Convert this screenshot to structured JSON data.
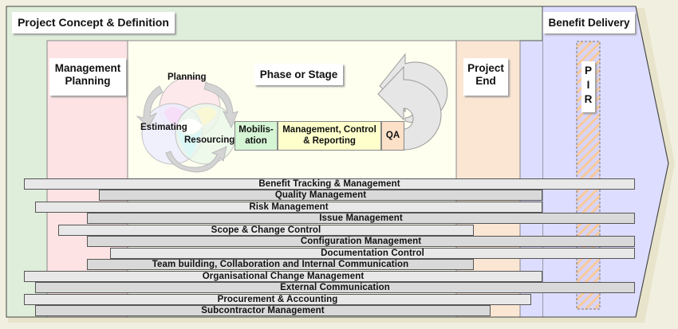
{
  "stages": {
    "concept": {
      "label": "Project Concept & Definition",
      "color": "#dfeedb"
    },
    "management_planning": {
      "label_line1": "Management",
      "label_line2": "Planning",
      "color": "#fde3e3"
    },
    "phase": {
      "label": "Phase or Stage",
      "color": "#fffff0"
    },
    "project_end": {
      "label_line1": "Project",
      "label_line2": "End",
      "color": "#fbe6d4"
    },
    "benefit_delivery": {
      "label": "Benefit Delivery",
      "color": "#ddddff"
    },
    "pir": {
      "letters": [
        "P",
        "I",
        "R"
      ]
    }
  },
  "planning_cycle": {
    "planning": "Planning",
    "estimating": "Estimating",
    "resourcing": "Resourcing"
  },
  "phase_steps": [
    {
      "line1": "Mobilis-",
      "line2": "ation",
      "color": "#d5f5d5"
    },
    {
      "line1": "Management, Control",
      "line2": "& Reporting",
      "color": "#ffffcc"
    },
    {
      "line1": "QA",
      "line2": "",
      "color": "#fde0c8"
    }
  ],
  "workstreams": [
    {
      "label": "Benefit Tracking & Management",
      "start": 30,
      "end": 796,
      "shade": "light"
    },
    {
      "label": "Quality Management",
      "start": 124,
      "end": 680,
      "shade": "dark"
    },
    {
      "label": "Risk Management",
      "start": 44,
      "end": 680,
      "shade": "light"
    },
    {
      "label": "Issue Management",
      "start": 109,
      "end": 796,
      "shade": "dark"
    },
    {
      "label": "Scope & Change Control",
      "start": 73,
      "end": 594,
      "shade": "light"
    },
    {
      "label": "Configuration Management",
      "start": 109,
      "end": 796,
      "shade": "dark"
    },
    {
      "label": "Documentation Control",
      "start": 138,
      "end": 796,
      "shade": "light"
    },
    {
      "label": "Team building, Collaboration and Internal Communication",
      "start": 109,
      "end": 594,
      "shade": "dark"
    },
    {
      "label": "Organisational Change Management",
      "start": 30,
      "end": 680,
      "shade": "light"
    },
    {
      "label": "External Communication",
      "start": 44,
      "end": 796,
      "shade": "dark"
    },
    {
      "label": "Procurement & Accounting",
      "start": 30,
      "end": 666,
      "shade": "light"
    },
    {
      "label": "Subcontractor Management",
      "start": 44,
      "end": 615,
      "shade": "dark"
    }
  ]
}
